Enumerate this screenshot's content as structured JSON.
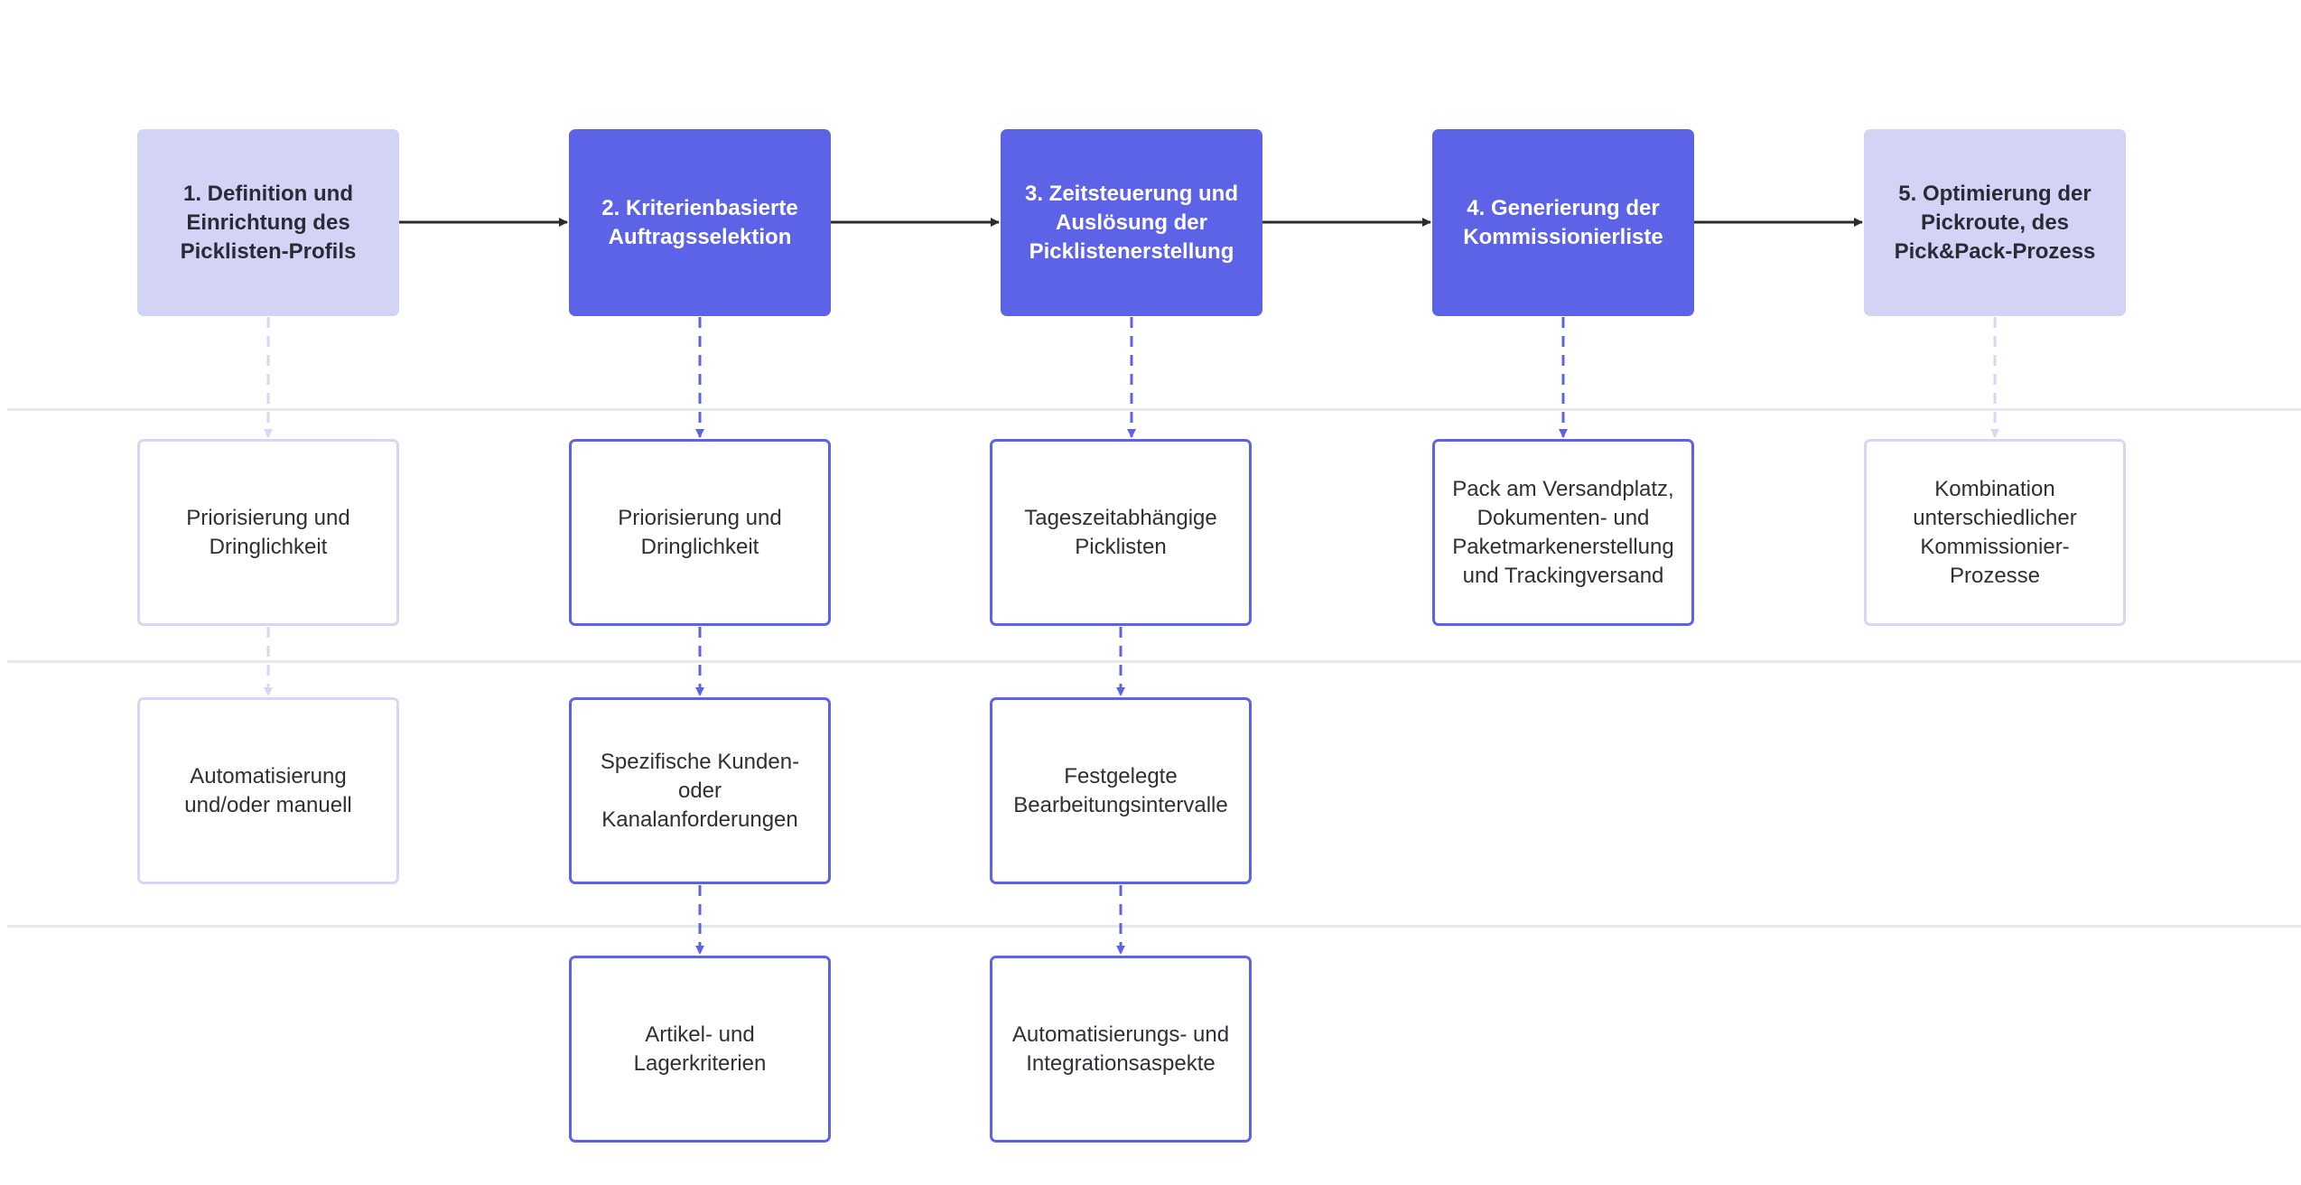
{
  "colors": {
    "step_light": "#d3d4f5",
    "step_dark": "#5d63e6",
    "detail_border_light": "#d6d7f4",
    "detail_border_dark": "#5d63e6",
    "arrow_main": "#2b2b2f",
    "divider": "#e7e7ec"
  },
  "steps": [
    {
      "label": "1. Definition und\nEinrichtung des\nPicklisten-Profils",
      "style": "light",
      "details": [
        "Priorisierung und\nDringlichkeit",
        "Automatisierung\nund/oder manuell"
      ]
    },
    {
      "label": "2. Kriterienbasierte\nAuftragsselektion",
      "style": "dark",
      "details": [
        "Priorisierung und\nDringlichkeit",
        "Spezifische Kunden-\noder\nKanalanforderungen",
        "Artikel- und\nLagerkriterien"
      ]
    },
    {
      "label": "3. Zeitsteuerung und\nAuslösung der\nPicklistenerstellung",
      "style": "dark",
      "details": [
        "Tageszeitabhängige\nPicklisten",
        "Festgelegte\nBearbeitungsintervalle",
        "Automatisierungs- und\nIntegrationsaspekte"
      ]
    },
    {
      "label": "4. Generierung der\nKommissionierliste",
      "style": "dark",
      "details": [
        "Pack am Versandplatz,\nDokumenten- und\nPaketmarkenerstellung\nund Trackingversand"
      ]
    },
    {
      "label": "5. Optimierung der\nPickroute, des\nPick&Pack-Prozess",
      "style": "light",
      "details": [
        "Kombination\nunterschiedlicher\nKommissionier-\nProzesse"
      ]
    }
  ]
}
